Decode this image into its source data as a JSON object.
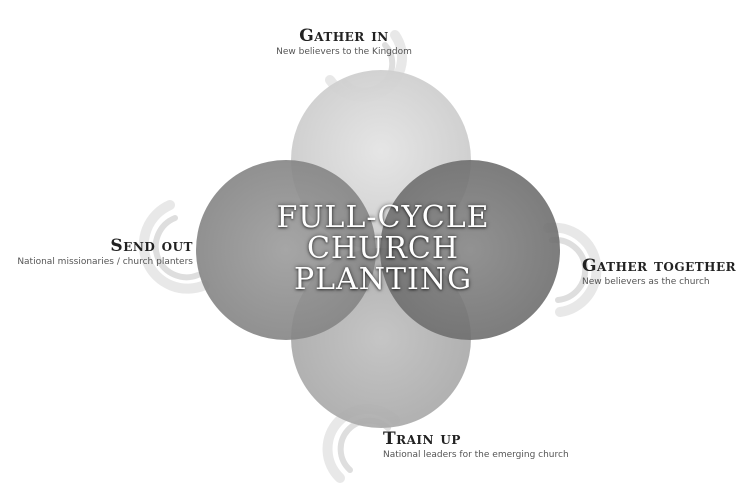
{
  "center": {
    "line1": "FULL-CYCLE",
    "line2": "CHURCH",
    "line3": "PLANTING"
  },
  "stages": {
    "top": {
      "title": "Gather in",
      "subtitle": "New believers to the Kingdom"
    },
    "right": {
      "title": "Gather together",
      "subtitle": "New believers as the church"
    },
    "bottom": {
      "title": "Train up",
      "subtitle": "National leaders for the emerging church"
    },
    "left": {
      "title": "Send out",
      "subtitle": "National missionaries / church planters"
    }
  },
  "colors": {
    "circle_top": "#d6d6d6",
    "circle_left": "#8f8f8f",
    "circle_right": "#7a7a7a",
    "circle_bottom": "#b4b4b4",
    "swirl": "#e6e6e6"
  }
}
